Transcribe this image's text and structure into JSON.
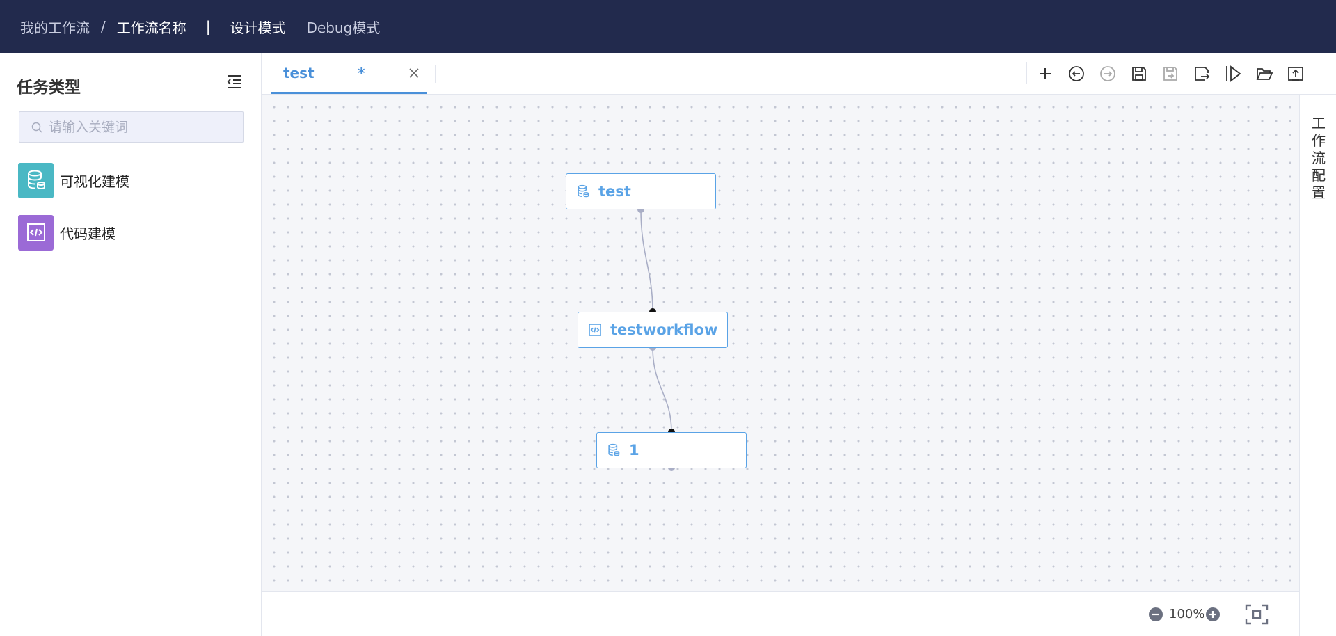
{
  "header": {
    "breadcrumb_root": "我的工作流",
    "breadcrumb_sep": "/",
    "breadcrumb_current": "工作流名称",
    "divider": "|",
    "mode_design": "设计模式",
    "mode_debug": "Debug模式"
  },
  "sidebar": {
    "title": "任务类型",
    "search_placeholder": "请输入关键词",
    "items": [
      {
        "label": "可视化建模",
        "icon": "database-stack-icon",
        "color": "#4ab8c4"
      },
      {
        "label": "代码建模",
        "icon": "code-icon",
        "color": "#9b6ad6"
      }
    ]
  },
  "tabs": [
    {
      "name": "test",
      "dirty_marker": "*"
    }
  ],
  "toolbar": {
    "icons": [
      "plus-icon",
      "undo-icon",
      "redo-icon",
      "save-icon",
      "save-as-icon",
      "export-icon",
      "run-icon",
      "open-folder-icon",
      "upload-icon"
    ]
  },
  "canvas": {
    "nodes": [
      {
        "label": "test",
        "icon": "database-stack-icon"
      },
      {
        "label": "testworkflow",
        "icon": "code-icon"
      },
      {
        "label": "1",
        "icon": "database-stack-icon"
      }
    ],
    "accent_color": "#5aa3e6"
  },
  "config_panel": {
    "label": "工作流配置"
  },
  "zoom": {
    "level": "100%"
  },
  "colors": {
    "topbar_bg": "#222a4d",
    "tab_accent": "#4a90d9"
  }
}
